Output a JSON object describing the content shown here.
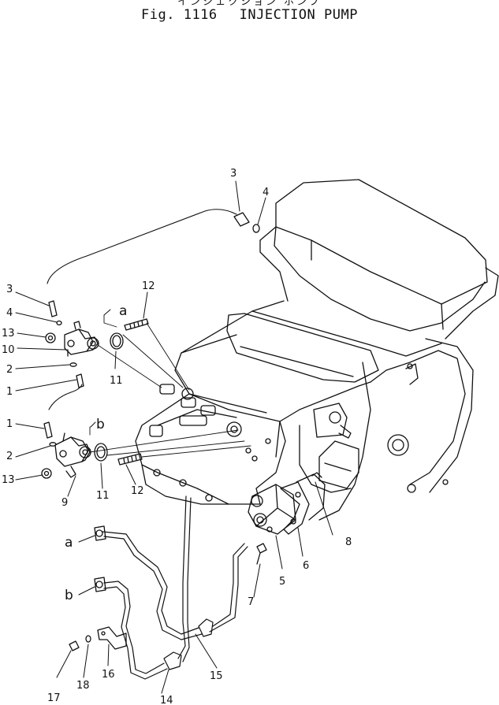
{
  "header": {
    "subtitle_jp": "インジェクション ポンプ",
    "fig_label": "Fig. 1116",
    "title": "INJECTION PUMP"
  },
  "callouts": [
    {
      "id": "c3-top",
      "label": "3"
    },
    {
      "id": "c4-top",
      "label": "4"
    },
    {
      "id": "c3-left",
      "label": "3"
    },
    {
      "id": "c4-left",
      "label": "4"
    },
    {
      "id": "c13-top",
      "label": "13"
    },
    {
      "id": "c10",
      "label": "10"
    },
    {
      "id": "c2-top",
      "label": "2"
    },
    {
      "id": "c1-top",
      "label": "1"
    },
    {
      "id": "c1-low",
      "label": "1"
    },
    {
      "id": "c2-low",
      "label": "2"
    },
    {
      "id": "c13-low",
      "label": "13"
    },
    {
      "id": "c9",
      "label": "9"
    },
    {
      "id": "c11-low",
      "label": "11"
    },
    {
      "id": "c12-low",
      "label": "12"
    },
    {
      "id": "c12-top",
      "label": "12"
    },
    {
      "id": "ca-top",
      "label": "a"
    },
    {
      "id": "c11-top",
      "label": "11"
    },
    {
      "id": "cb-top",
      "label": "b"
    },
    {
      "id": "c8",
      "label": "8"
    },
    {
      "id": "c6",
      "label": "6"
    },
    {
      "id": "c5",
      "label": "5"
    },
    {
      "id": "c7",
      "label": "7"
    },
    {
      "id": "ca-low",
      "label": "a"
    },
    {
      "id": "cb-low",
      "label": "b"
    },
    {
      "id": "c15",
      "label": "15"
    },
    {
      "id": "c14",
      "label": "14"
    },
    {
      "id": "c16",
      "label": "16"
    },
    {
      "id": "c18",
      "label": "18"
    },
    {
      "id": "c17",
      "label": "17"
    }
  ]
}
